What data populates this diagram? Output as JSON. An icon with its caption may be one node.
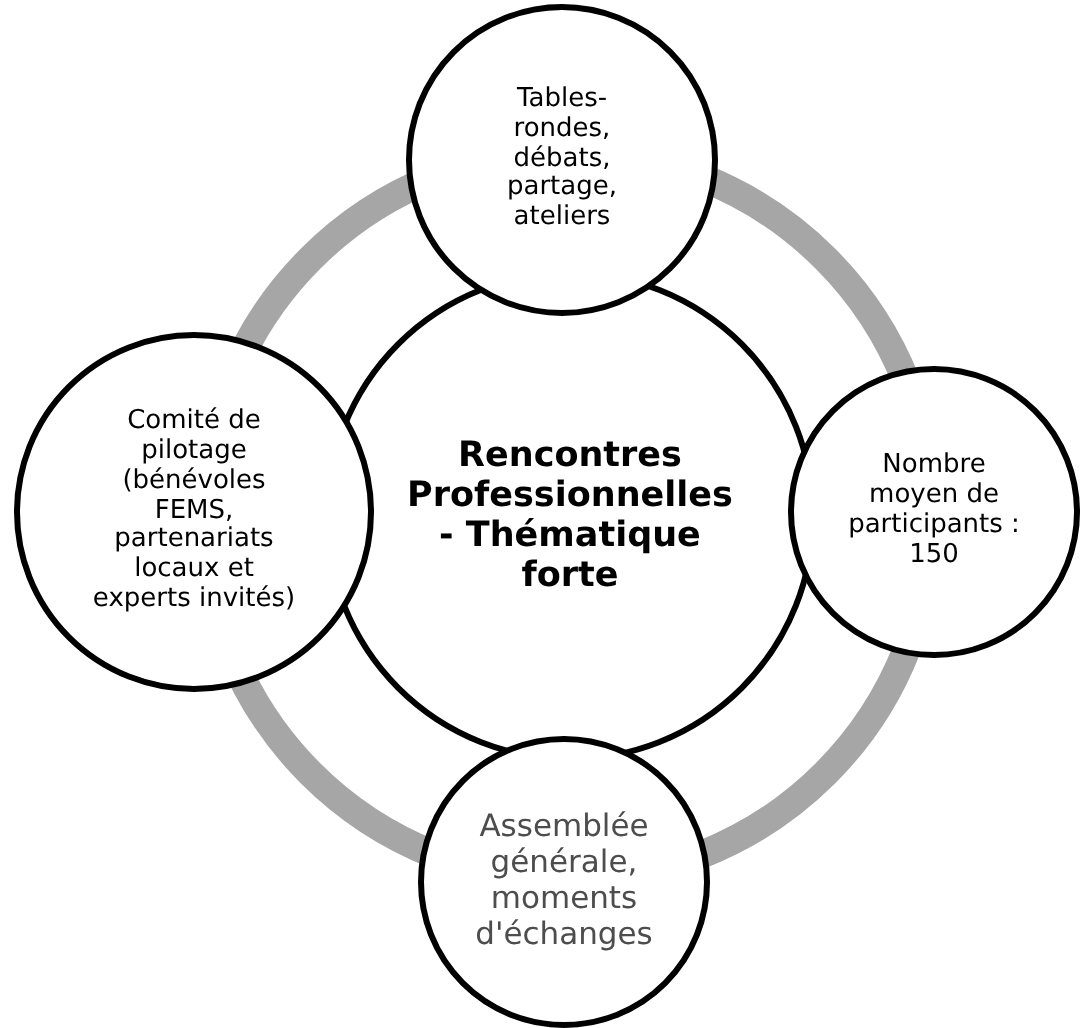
{
  "diagram": {
    "nodes": [
      {
        "text": [
          "Rencontres Professionnelles - Thématique forte"
        ]
      },
      {
        "text": [
          "Tables-rondes, débats, partage, ateliers"
        ]
      },
      {
        "text": [
          "Nombre moyen de participants : 150"
        ]
      },
      {
        "text": [
          "Assemblée générale, moments d'échanges"
        ]
      },
      {
        "text": [
          "Comité de pilotage (bénévoles FEMS, partenariats locaux et experts invités)"
        ]
      }
    ]
  }
}
